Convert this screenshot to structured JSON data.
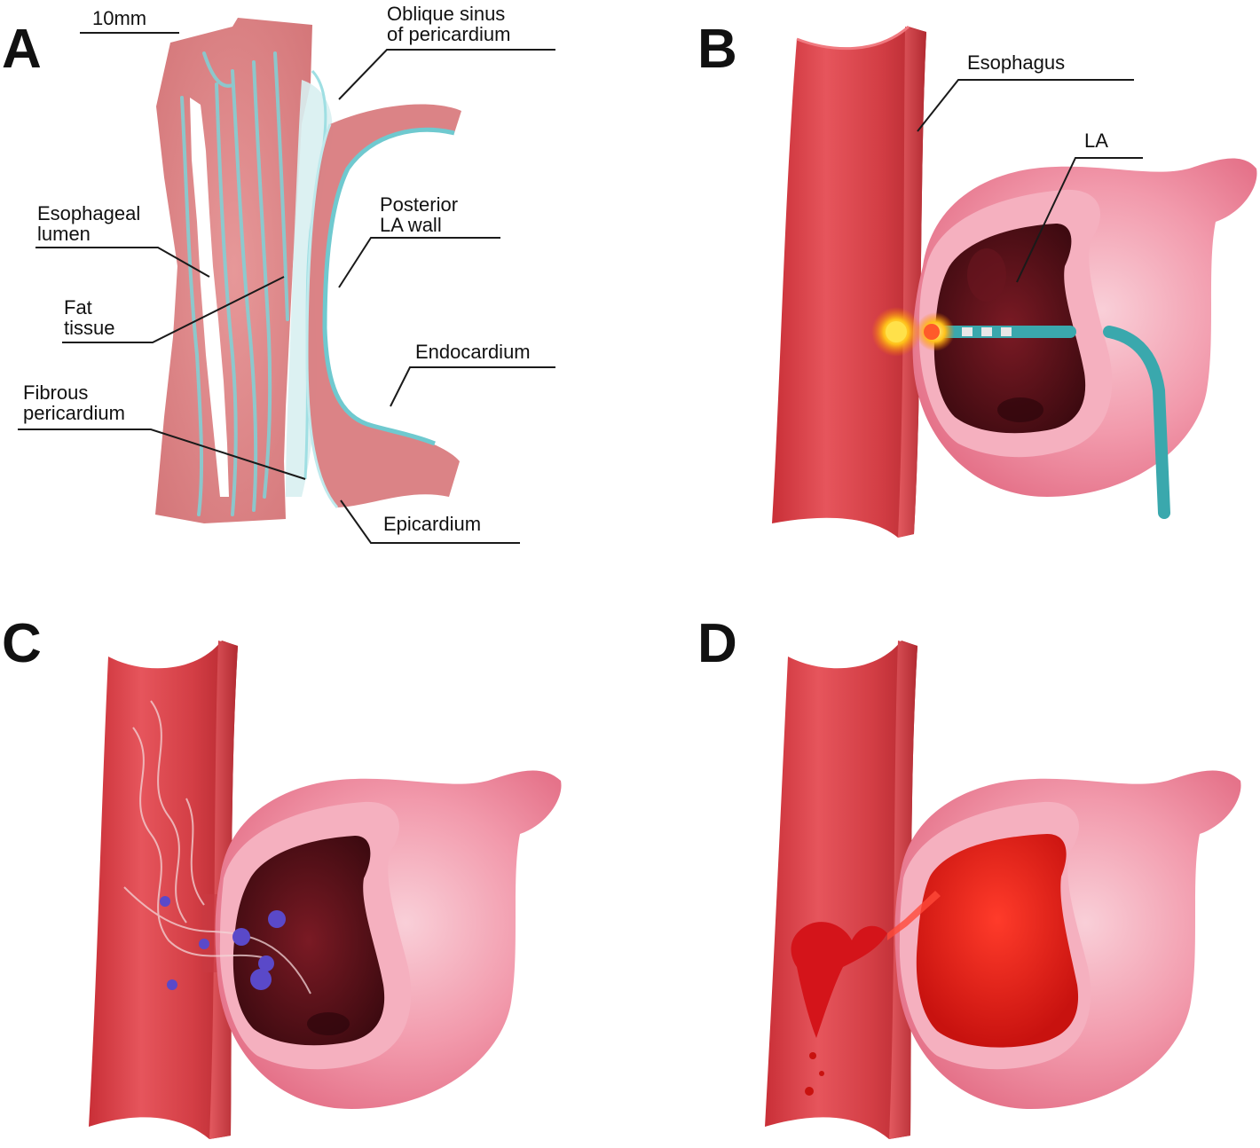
{
  "panels": [
    {
      "letter": "A"
    },
    {
      "letter": "B"
    },
    {
      "letter": "C"
    },
    {
      "letter": "D"
    }
  ],
  "panel_a": {
    "scale_bar": "10mm",
    "labels": {
      "oblique_sinus_1": "Oblique sinus",
      "oblique_sinus_2": "of pericardium",
      "posterior_1": "Posterior",
      "posterior_2": "LA wall",
      "esophageal_1": "Esophageal",
      "esophageal_2": "lumen",
      "fat_1": "Fat",
      "fat_2": "tissue",
      "endocardium": "Endocardium",
      "fibrous_1": "Fibrous",
      "fibrous_2": "pericardium",
      "epicardium": "Epicardium"
    }
  },
  "panel_b": {
    "labels": {
      "esophagus": "Esophagus",
      "la": "LA"
    }
  },
  "colors": {
    "tissue": "#d9777a",
    "tissue_light": "#eab0b0",
    "cyan_stain": "#7fd3d8",
    "esophagus": "#d9434b",
    "esophagus_dark": "#b82b33",
    "atrium": "#f08fa3",
    "atrium_light": "#f7c2cd",
    "cavity": "#5a1018",
    "catheter": "#3aa8ad",
    "heat": "#ffd22a",
    "blood": "#e0201c",
    "bacteria": "#5a49c9"
  }
}
